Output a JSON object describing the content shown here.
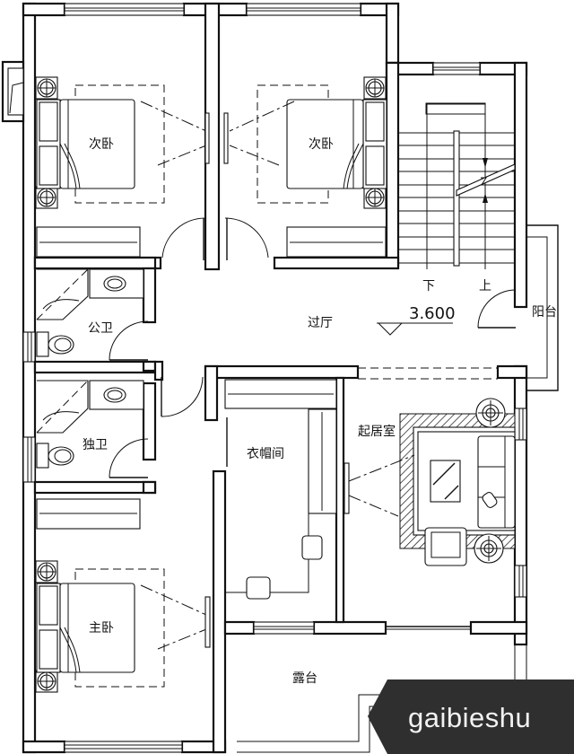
{
  "plan": {
    "elevation": "3.600",
    "rooms": {
      "secondary_bedroom_left": "次卧",
      "secondary_bedroom_right": "次卧",
      "public_bathroom": "公卫",
      "private_bathroom": "独卫",
      "hallway": "过厅",
      "balcony": "阳台",
      "walk_in_closet": "衣帽间",
      "living_room": "起居室",
      "master_bedroom": "主卧",
      "terrace": "露台"
    },
    "stairs": {
      "down_label": "下",
      "up_label": "上"
    }
  },
  "watermark": {
    "text": "gaibieshu",
    "color": "#2f2f2f"
  }
}
